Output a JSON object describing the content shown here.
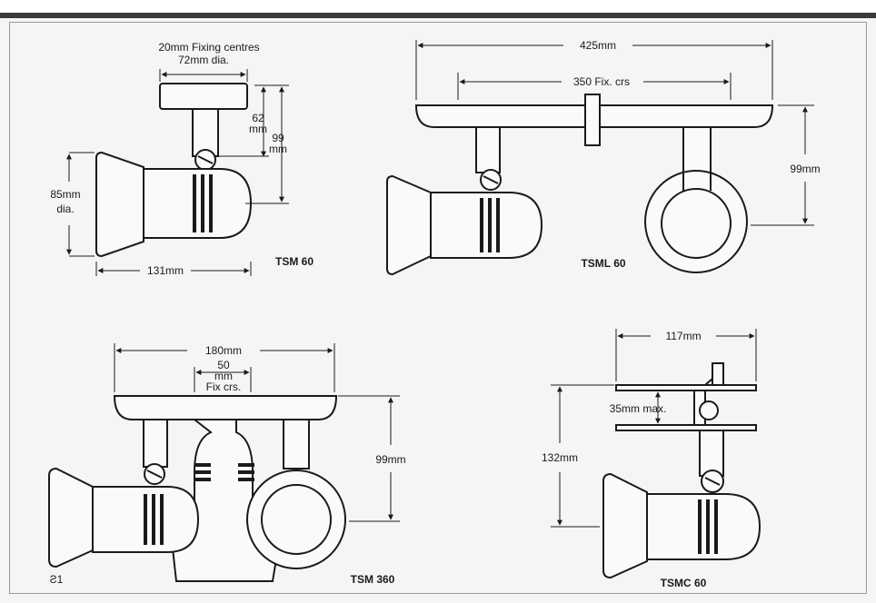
{
  "header": {
    "bar_color": "#3a3a3a"
  },
  "drawings": {
    "tsm60": {
      "model": "TSM 60",
      "fixing": "20mm Fixing centres",
      "base_dia": "72mm dia.",
      "h62_a": "62",
      "h62_b": "mm",
      "h99_a": "99",
      "h99_b": "mm",
      "dia_a": "85mm",
      "dia_b": "dia.",
      "width": "131mm"
    },
    "tsml60": {
      "model": "TSML 60",
      "length": "425mm",
      "fix": "350 Fix. crs",
      "height": "99mm"
    },
    "tsm360": {
      "model": "TSM 360",
      "width": "180mm",
      "fix_a": "50",
      "fix_b": "mm",
      "fix_c": "Fix crs.",
      "height": "99mm",
      "corner_mark": "Ƨ1"
    },
    "tsmc60": {
      "model": "TSMC 60",
      "width": "117mm",
      "clamp": "35mm max.",
      "height": "132mm"
    }
  }
}
